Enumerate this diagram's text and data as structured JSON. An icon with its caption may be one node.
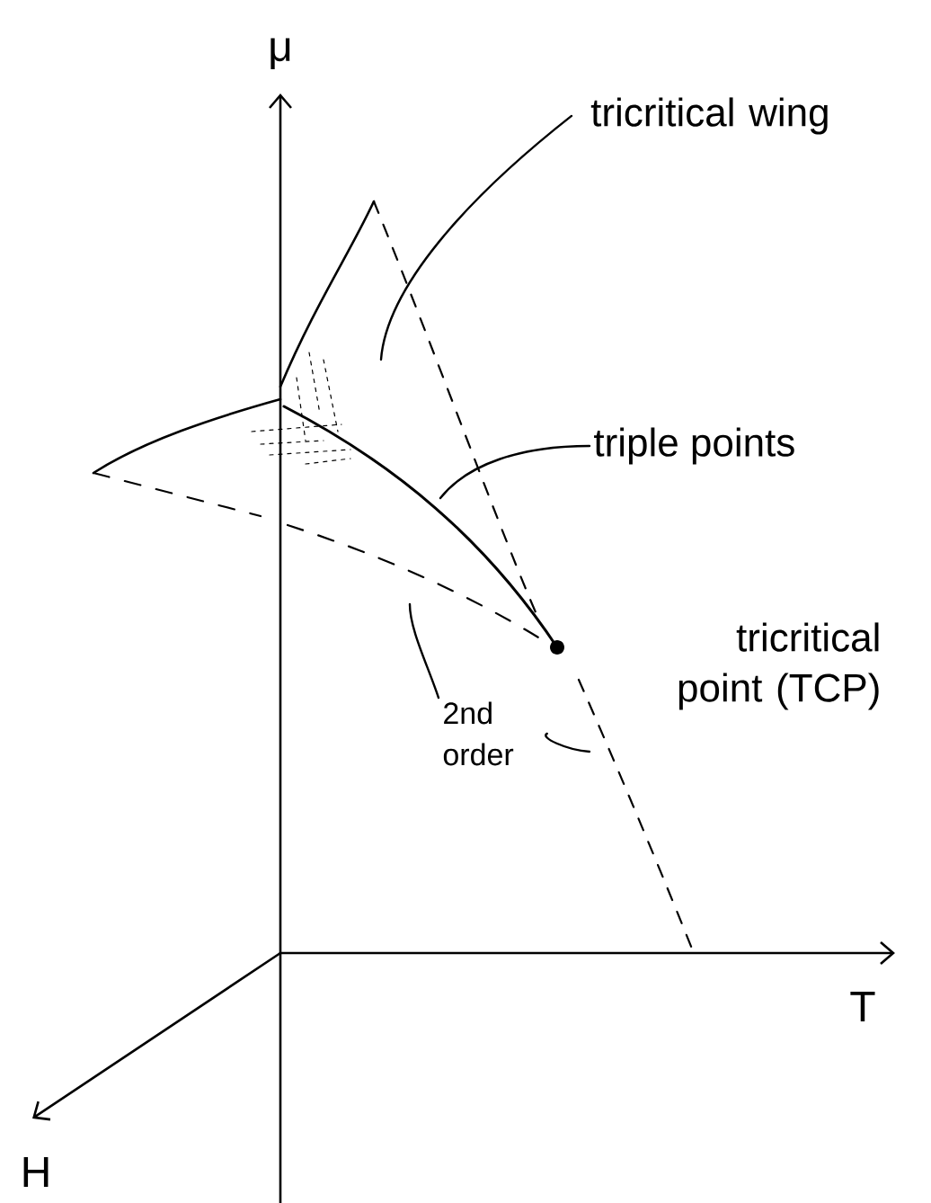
{
  "diagram": {
    "nodes": [
      {
        "text": [
          "tricritical wing"
        ]
      },
      {
        "text": [
          "triple points"
        ]
      },
      {
        "text": [
          "tricritical point (TCP)"
        ]
      },
      {
        "text": [
          "2nd order"
        ]
      }
    ],
    "edges": [
      {
        "from": 0,
        "to": null,
        "arrow": "none"
      },
      {
        "from": 1,
        "to": null,
        "arrow": "none"
      },
      {
        "from": 3,
        "to": null,
        "arrow": "none"
      },
      {
        "from": 3,
        "to": null,
        "arrow": "none"
      }
    ],
    "labels": [
      "μ",
      "T",
      "H"
    ]
  }
}
